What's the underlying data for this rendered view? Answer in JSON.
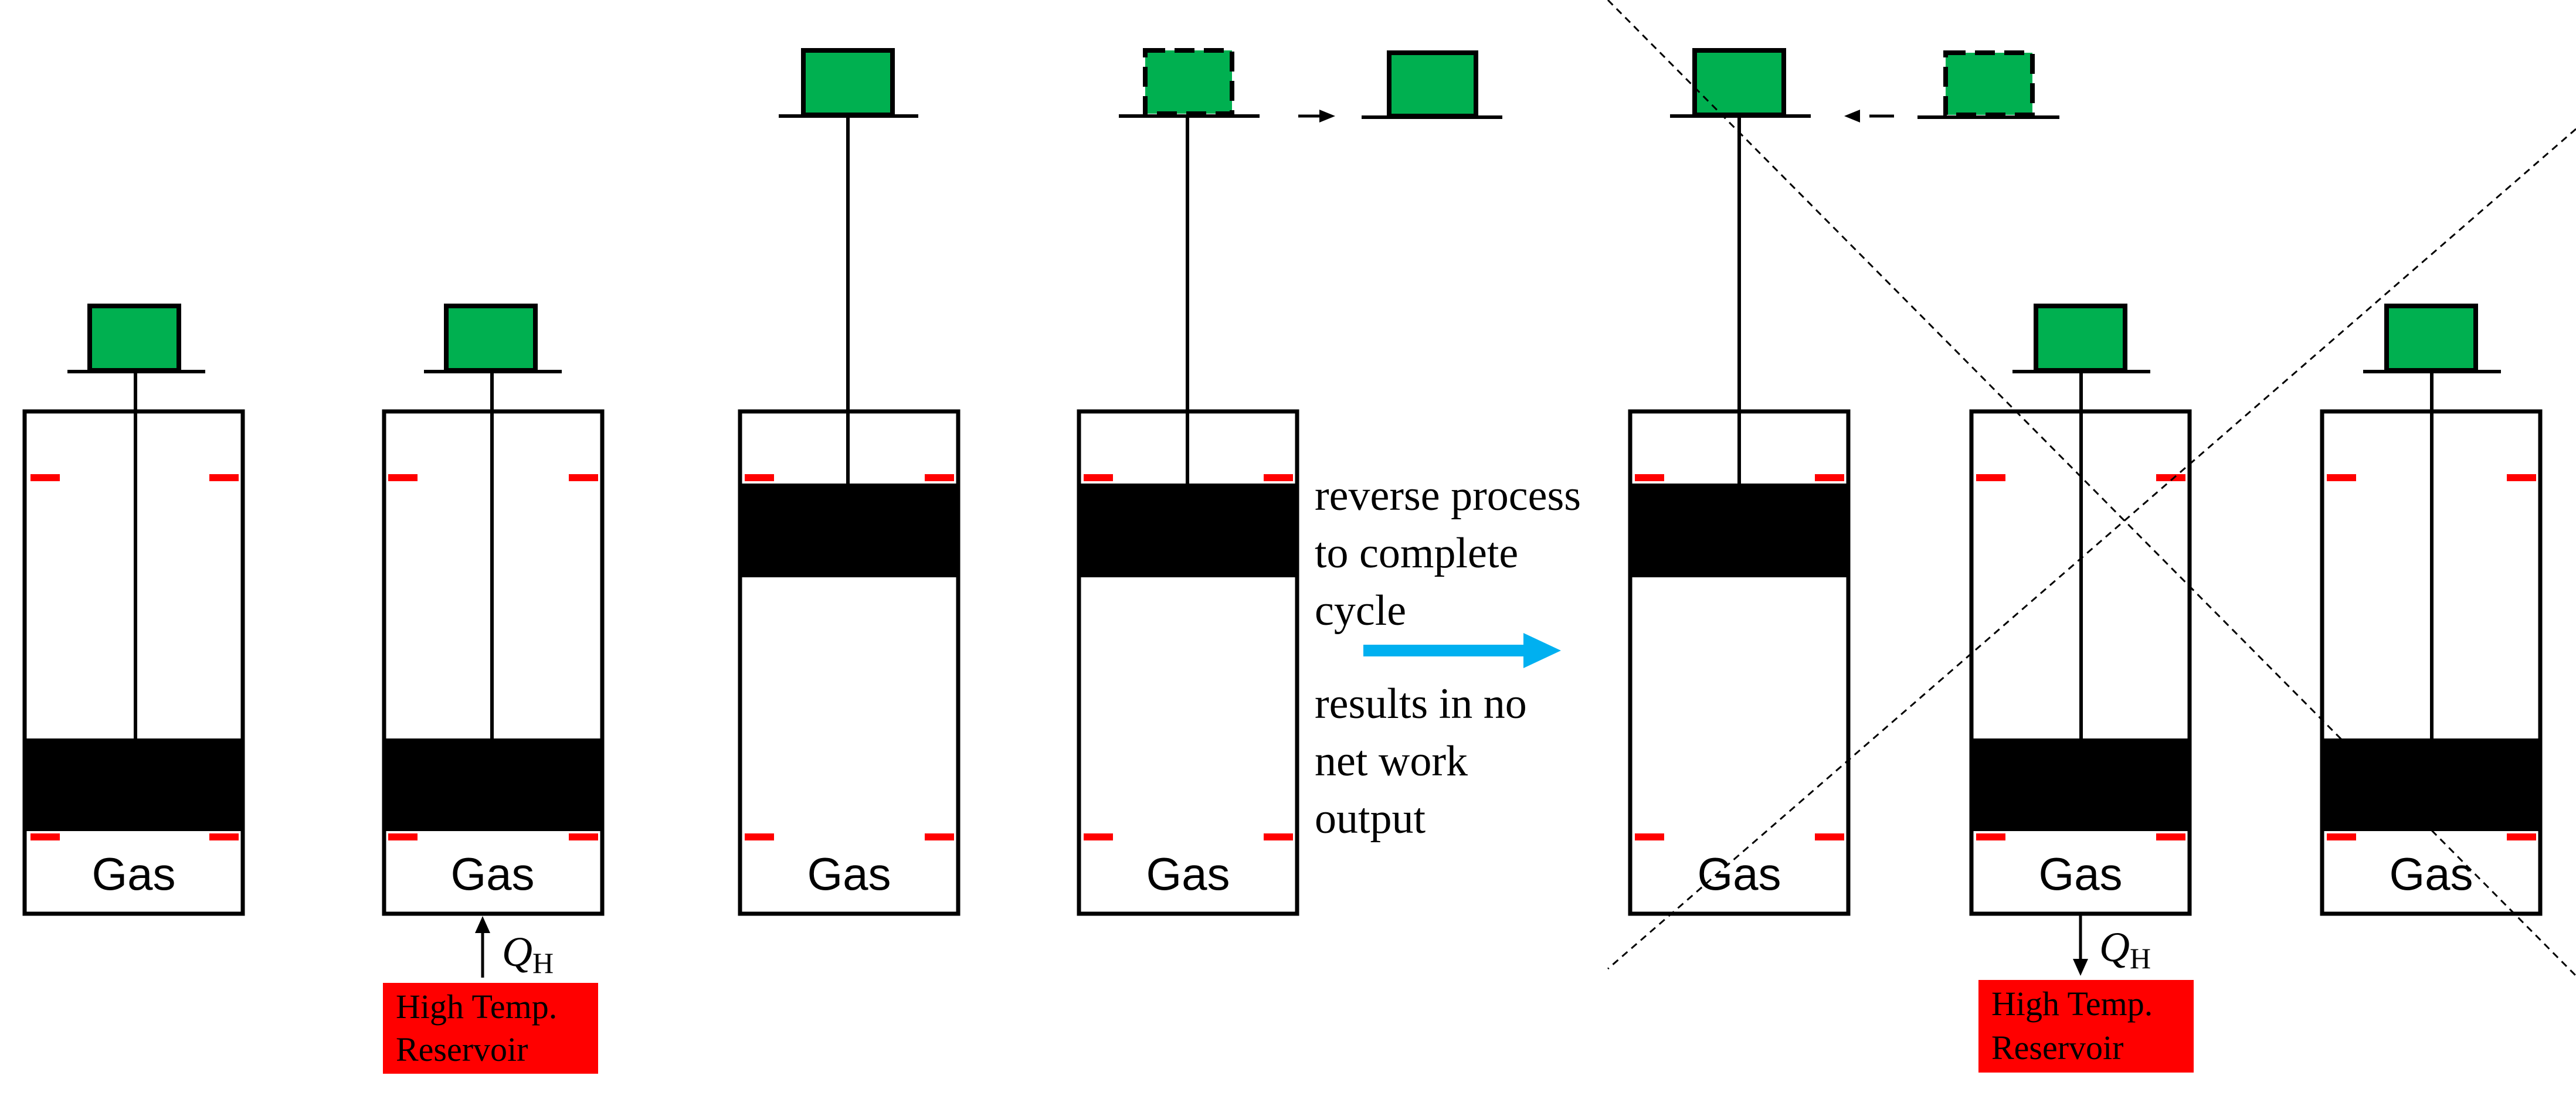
{
  "colors": {
    "weight": "#00b050",
    "stop": "#ff0000",
    "reservoir": "#ff0000",
    "arrow": "#00b0f0"
  },
  "cylinders": [
    {
      "label": "Gas"
    },
    {
      "label": "Gas"
    },
    {
      "label": "Gas"
    },
    {
      "label": "Gas"
    },
    {
      "label": "Gas"
    },
    {
      "label": "Gas"
    },
    {
      "label": "Gas"
    }
  ],
  "heat_in": {
    "symbol": "Q",
    "subscript": "H",
    "reservoir_line1": "High Temp.",
    "reservoir_line2": "Reservoir"
  },
  "heat_out": {
    "symbol": "Q",
    "subscript": "H",
    "reservoir_line1": "High Temp.",
    "reservoir_line2": "Reservoir"
  },
  "caption": {
    "line1": "reverse process",
    "line2": "to complete",
    "line3": "cycle",
    "line4": "results in no",
    "line5": "net work",
    "line6": "output"
  }
}
